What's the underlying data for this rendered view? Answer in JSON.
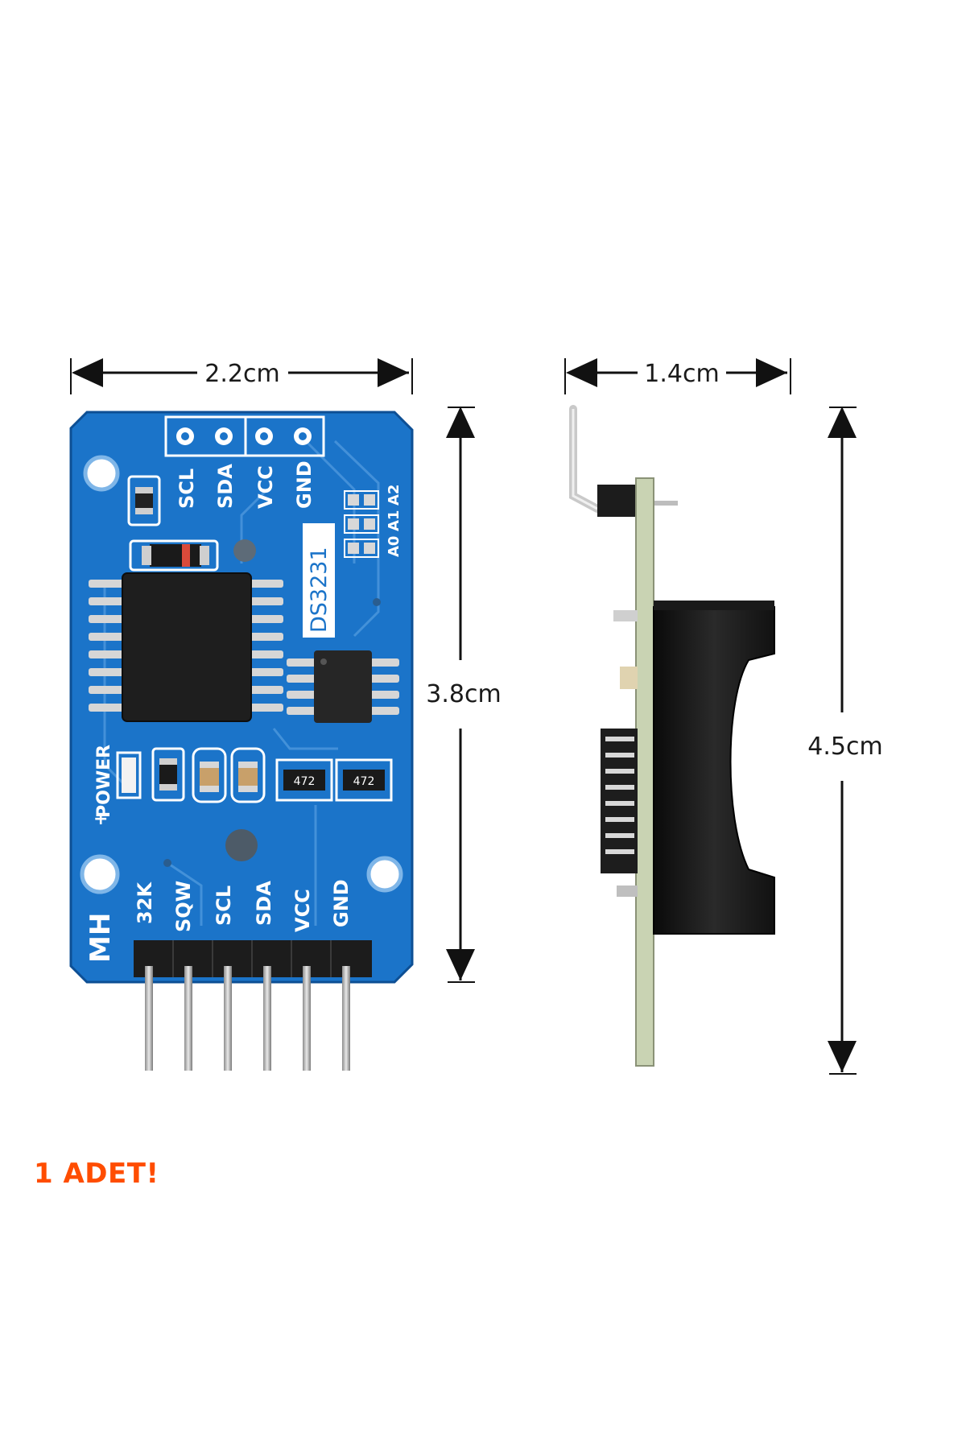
{
  "dimensions": {
    "front_width": "2.2cm",
    "front_height": "3.8cm",
    "side_width": "1.4cm",
    "side_height": "4.5cm"
  },
  "board": {
    "chip_label": "DS3231",
    "top_pins": [
      "SCL",
      "SDA",
      "VCC",
      "GND"
    ],
    "address_labels": [
      "A2",
      "A1",
      "A0"
    ],
    "bottom_pins": [
      "32K",
      "SQW",
      "SCL",
      "SDA",
      "VCC",
      "GND"
    ],
    "power_label": "POWER",
    "power_plus": "+",
    "maker_label": "MH",
    "resistor_code": "472"
  },
  "promo_text": "1 ADET!",
  "colors": {
    "pcb_blue": "#1b74c9",
    "silk": "#ffffff",
    "ic": "#1e1e1e",
    "pin_metal": "#b8b8b8",
    "promo": "#ff4d00"
  }
}
